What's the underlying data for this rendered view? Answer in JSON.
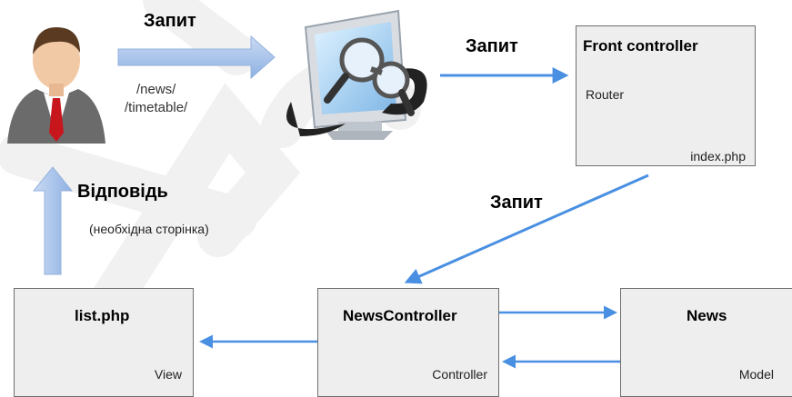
{
  "user_to_browser": {
    "label": "Запит",
    "paths": [
      "/news/",
      "/timetable/"
    ]
  },
  "browser_to_front": {
    "label": "Запит"
  },
  "front_to_news": {
    "label": "Запит"
  },
  "response": {
    "label": "Відповідь",
    "note": "(необхідна сторінка)"
  },
  "front_controller": {
    "title": "Front controller",
    "router": "Router",
    "file": "index.php"
  },
  "list_box": {
    "title": "list.php",
    "role": "View"
  },
  "news_controller_box": {
    "title": "NewsController",
    "role": "Controller"
  },
  "news_box": {
    "title": "News",
    "role": "Model"
  },
  "colors": {
    "arrow_blue": "#4a90e2",
    "arrow_light": "#a9c4ea",
    "box_fill": "#eeeeee",
    "box_border": "#6e6e6e"
  }
}
